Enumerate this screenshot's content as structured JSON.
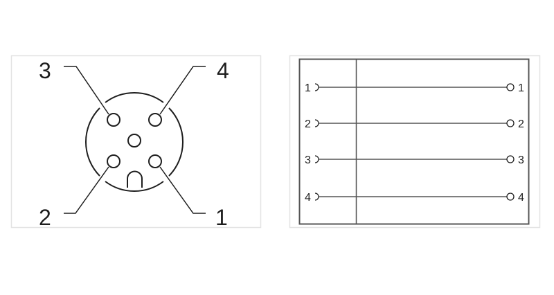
{
  "colors": {
    "frame": "#e3e3e3",
    "line": "#1e1e1e",
    "box": "#555555",
    "background": "#ffffff"
  },
  "pinout": {
    "pins": [
      {
        "label": "3",
        "position": "top-left"
      },
      {
        "label": "4",
        "position": "top-right"
      },
      {
        "label": "2",
        "position": "bottom-left"
      },
      {
        "label": "1",
        "position": "bottom-right"
      }
    ],
    "center_pin": "unlabeled",
    "coding_key": "bottom"
  },
  "wiring": {
    "rows": [
      {
        "left": "1",
        "right": "1"
      },
      {
        "left": "2",
        "right": "2"
      },
      {
        "left": "3",
        "right": "3"
      },
      {
        "left": "4",
        "right": "4"
      }
    ]
  }
}
